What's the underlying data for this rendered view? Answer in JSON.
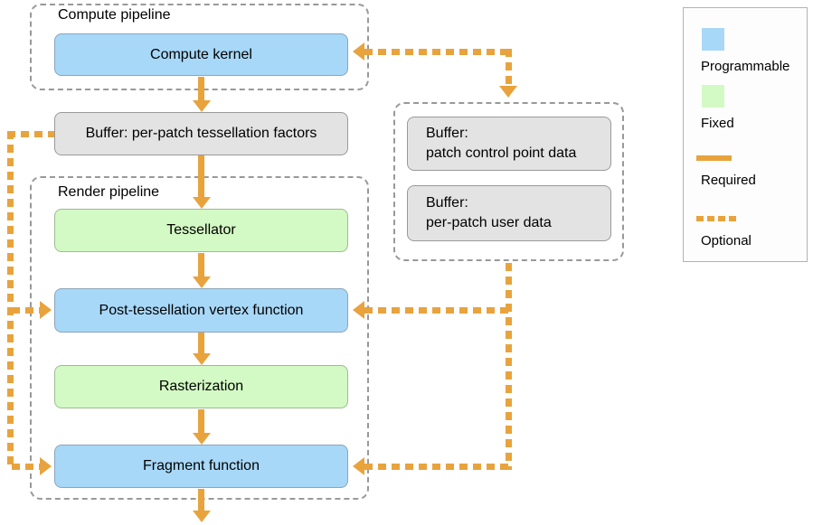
{
  "colors": {
    "programmable": "#a8d8f8",
    "fixed": "#d3f9c4",
    "buffer": "#e3e3e3",
    "connector": "#e8a33d",
    "group_border": "#999999"
  },
  "groups": {
    "compute": {
      "label": "Compute pipeline"
    },
    "render": {
      "label": "Render pipeline"
    }
  },
  "nodes": {
    "compute_kernel": {
      "label": "Compute kernel"
    },
    "tess_factors_buffer": {
      "label": "Buffer: per-patch tessellation factors"
    },
    "tessellator": {
      "label": "Tessellator"
    },
    "post_tess_vertex": {
      "label": "Post-tessellation vertex function"
    },
    "rasterization": {
      "label": "Rasterization"
    },
    "fragment_function": {
      "label": "Fragment function"
    },
    "patch_control_buffer": {
      "line1": "Buffer:",
      "line2": "patch control point data"
    },
    "per_patch_user_buffer": {
      "line1": "Buffer:",
      "line2": "per-patch user data"
    }
  },
  "legend": {
    "programmable_label": "Programmable",
    "fixed_label": "Fixed",
    "required_label": "Required",
    "optional_label": "Optional"
  }
}
